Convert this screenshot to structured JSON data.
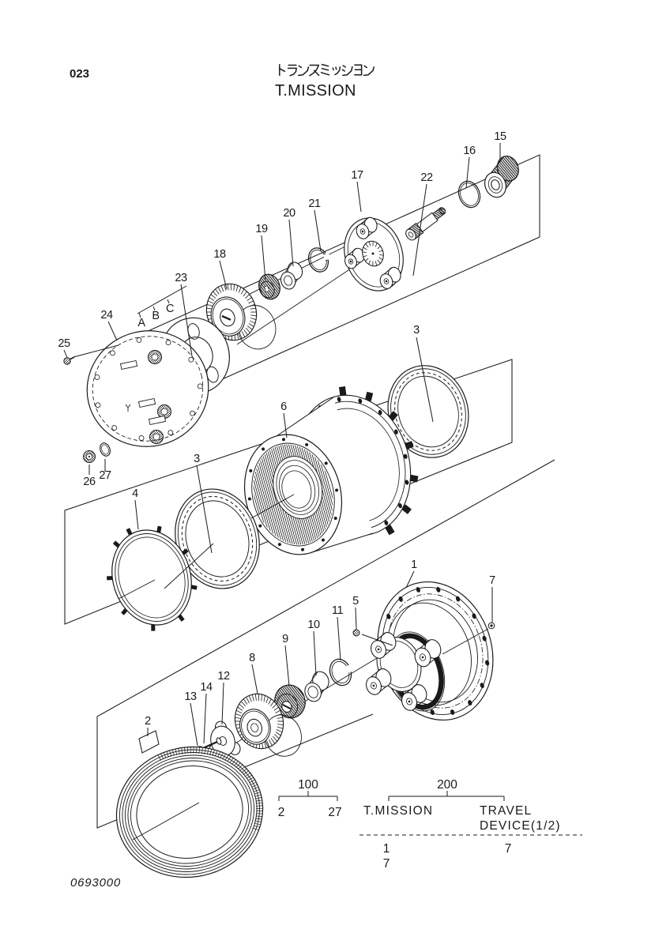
{
  "header": {
    "page_number": "023",
    "title_jp": "トランスミッシヨン",
    "title_en": "T.MISSION"
  },
  "diagram": {
    "labels": {
      "p1": "1",
      "p2": "2",
      "p3": "3",
      "p4": "4",
      "p5": "5",
      "p6": "6",
      "p7": "7",
      "p8": "8",
      "p9": "9",
      "p10": "10",
      "p11": "11",
      "p12": "12",
      "p13": "13",
      "p14": "14",
      "p15": "15",
      "p16": "16",
      "p17": "17",
      "p18": "18",
      "p19": "19",
      "p20": "20",
      "p21": "21",
      "p22": "22",
      "p23": "23",
      "p24": "24",
      "p25": "25",
      "p26": "26",
      "p27": "27",
      "refA": "A",
      "refB": "B",
      "refC": "C"
    }
  },
  "legend": {
    "group_100": {
      "label": "100",
      "from": "2",
      "to": "27"
    },
    "group_200": {
      "label": "200",
      "column_1": "T.MISSION",
      "column_2_line_1": "TRAVEL",
      "column_2_line_2": "DEVICE(1/2)"
    },
    "rows": [
      {
        "tmission": "1",
        "travel_device": "7"
      },
      {
        "tmission": "7",
        "travel_device": ""
      }
    ]
  },
  "footer": {
    "drawing_number": "0693000"
  },
  "colors": {
    "ink": "#1a1a1a",
    "paper": "#ffffff"
  }
}
